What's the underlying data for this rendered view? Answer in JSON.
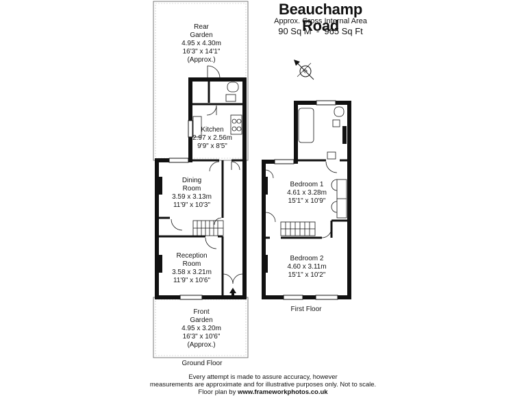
{
  "title": "Beauchamp Road",
  "area": {
    "label": "Approx. Gross Internal Area",
    "value": "90 Sq M  -  965 Sq Ft"
  },
  "compass": {
    "label": "N",
    "icon": "north-arrow-icon"
  },
  "ground_floor": {
    "label": "Ground Floor",
    "rear_garden": {
      "name_1": "Rear",
      "name_2": "Garden",
      "metric": "4.95 x 4.30m",
      "imperial": "16'3\" x 14'1\"",
      "note": "(Approx.)"
    },
    "kitchen": {
      "name": "Kitchen",
      "metric": "2.97 x 2.56m",
      "imperial": "9'9\" x 8'5\""
    },
    "dining_room": {
      "name_1": "Dining",
      "name_2": "Room",
      "metric": "3.59 x 3.13m",
      "imperial": "11'9\" x 10'3\""
    },
    "reception_room": {
      "name_1": "Reception",
      "name_2": "Room",
      "metric": "3.58 x 3.21m",
      "imperial": "11'9\" x 10'6\""
    },
    "front_garden": {
      "name_1": "Front",
      "name_2": "Garden",
      "metric": "4.95 x 3.20m",
      "imperial": "16'3\" x 10'6\"",
      "note": "(Approx.)"
    }
  },
  "first_floor": {
    "label": "First Floor",
    "bedroom_1": {
      "name": "Bedroom 1",
      "metric": "4.61 x 3.28m",
      "imperial": "15'1\" x 10'9\""
    },
    "bedroom_2": {
      "name": "Bedroom 2",
      "metric": "4.60 x 3.11m",
      "imperial": "15'1\" x 10'2\""
    }
  },
  "disclaimer": {
    "line_1": "Every attempt is made to assure accuracy, however",
    "line_2": "measurements are approximate and for illustrative purposes only. Not to scale.",
    "line_3_prefix": "Floor plan by",
    "line_3_site": "www.frameworkphotos.co.uk"
  }
}
